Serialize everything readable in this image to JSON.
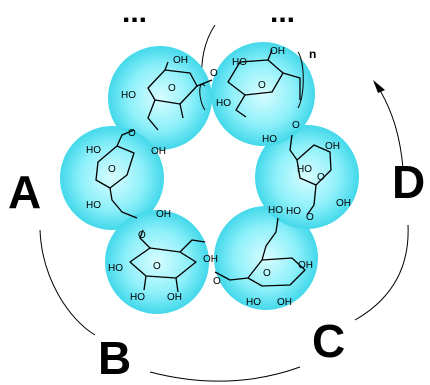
{
  "labels": {
    "a": "A",
    "b": "B",
    "c": "C",
    "d": "D",
    "repeat_n": "n",
    "ellipsis_left": "...",
    "ellipsis_right": "..."
  },
  "atoms": {
    "hydroxyl": "OH",
    "hydroxyl_left": "HO",
    "oxygen": "O"
  },
  "colors": {
    "sphere_center": "#c9fbff",
    "sphere_edge": "#2fd2e6",
    "line": "#000000",
    "background": "#ffffff"
  }
}
